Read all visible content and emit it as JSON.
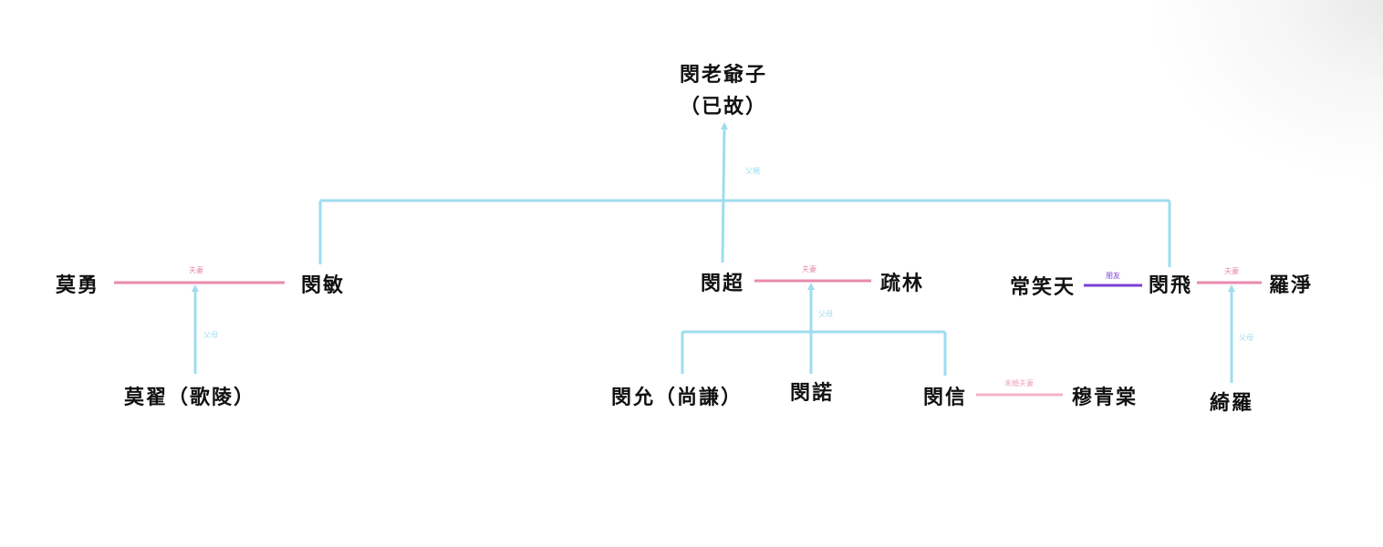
{
  "colors": {
    "parent": "#9fdcef",
    "spouse": "#e88aab",
    "friend": "#7b3fd6",
    "text": "#111111"
  },
  "people": {
    "patriarch_name": "閔老爺子",
    "patriarch_note": "（已故）",
    "mo_yong": "莫勇",
    "min_min": "閔敏",
    "mo_di": "莫翟（歌陵）",
    "min_chao": "閔超",
    "shu_lin": "疏林",
    "min_yun": "閔允（尚謙）",
    "min_nuo": "閔諾",
    "min_xin": "閔信",
    "mu_qingtang": "穆青棠",
    "chang_xiaotian": "常笑天",
    "min_fei": "閔飛",
    "luo_jing": "羅淨",
    "qi_luo": "綺羅"
  },
  "relations": {
    "father_son": "父親",
    "spouse_1": "夫妻",
    "mother_1": "父母",
    "spouse_2": "夫妻",
    "parents_2": "父母",
    "engaged": "未婚夫妻",
    "friends": "朋友",
    "spouse_3": "夫妻",
    "parents_3": "父母"
  }
}
